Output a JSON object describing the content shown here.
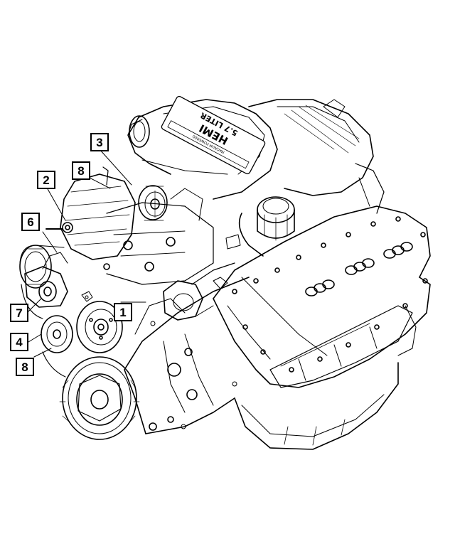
{
  "diagram": {
    "engine_badge": {
      "line1": "HEMI",
      "line2": "5.7 LITER",
      "small": "MAGNUM POWERED"
    },
    "callouts": [
      {
        "id": "c3",
        "label": "3"
      },
      {
        "id": "c8a",
        "label": "8"
      },
      {
        "id": "c2",
        "label": "2"
      },
      {
        "id": "c6",
        "label": "6"
      },
      {
        "id": "c1",
        "label": "1"
      },
      {
        "id": "c7",
        "label": "7"
      },
      {
        "id": "c4",
        "label": "4"
      },
      {
        "id": "c8b",
        "label": "8"
      }
    ],
    "colors": {
      "line": "#000000",
      "background": "#ffffff"
    }
  }
}
